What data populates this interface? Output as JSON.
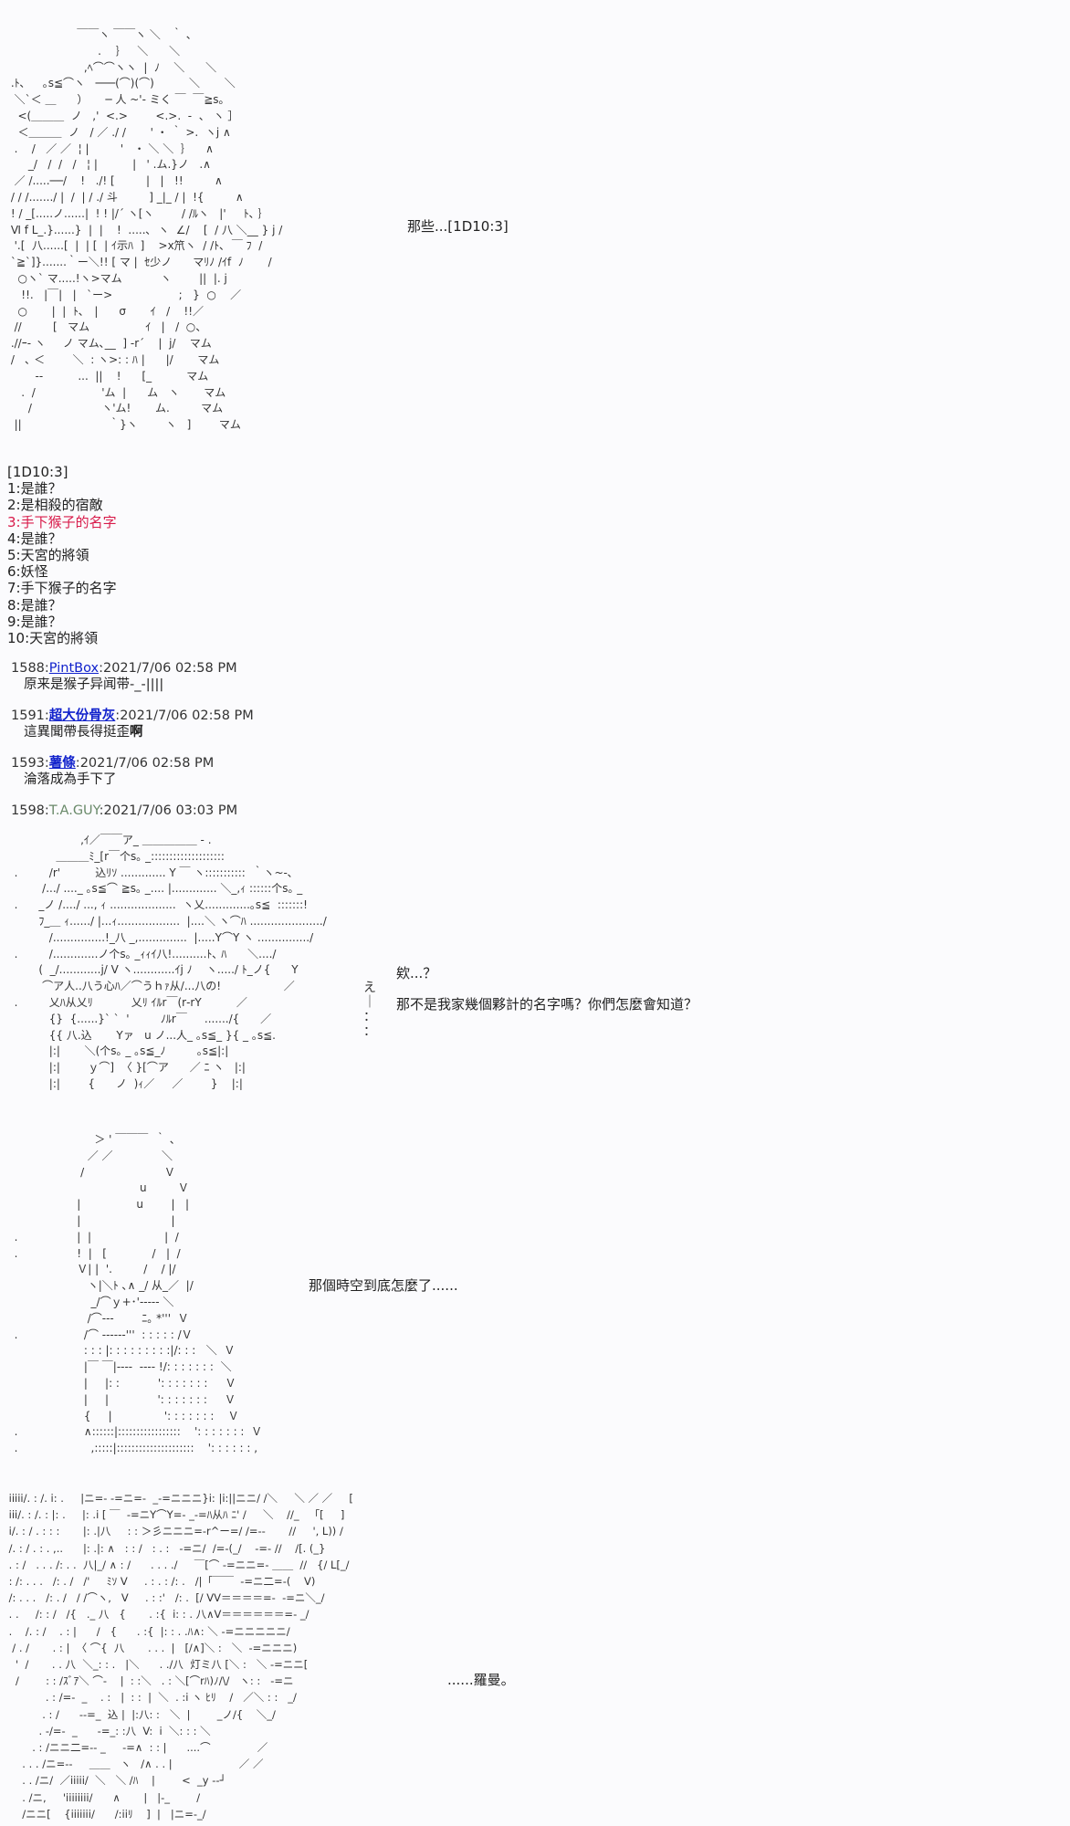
{
  "scene1": {
    "caption": "那些...[1D10:3]"
  },
  "dice": {
    "header": "[1D10:3]",
    "items": [
      {
        "n": "1",
        "text": "是誰？"
      },
      {
        "n": "2",
        "text": "是相殺的宿敵"
      },
      {
        "n": "3",
        "text": "手下猴子的名字"
      },
      {
        "n": "4",
        "text": "是誰？"
      },
      {
        "n": "5",
        "text": "天宮的將領"
      },
      {
        "n": "6",
        "text": "妖怪"
      },
      {
        "n": "7",
        "text": "手下猴子的名字"
      },
      {
        "n": "8",
        "text": "是誰？"
      },
      {
        "n": "9",
        "text": "是誰？"
      },
      {
        "n": "10",
        "text": "天宮的將領"
      }
    ],
    "result_index": 3,
    "highlight_color": "#d81b4a"
  },
  "posts": [
    {
      "num": "1588",
      "author": "PintBox",
      "time": "2021/7/06 02:58 PM",
      "body": "原来是猴子异闻带-_-||||"
    },
    {
      "num": "1591",
      "author": "超大份骨灰",
      "time": "2021/7/06 02:58 PM",
      "body": "這異聞帶長得挺歪",
      "body_emph": "啊"
    },
    {
      "num": "1593",
      "author": "薯條",
      "time": "2021/7/06 02:58 PM",
      "body": "淪落成為手下了"
    },
    {
      "num": "1598",
      "author": "T.A.GUY",
      "time": "2021/7/06 03:03 PM"
    }
  ],
  "scene2": {
    "line1": "欸...？",
    "line2": "那不是我家幾個夥計的名字嗎？你們怎麼會知道？",
    "side_text": "え\n｜\n：\n："
  },
  "scene3": {
    "caption": "那個時空到底怎麼了......"
  },
  "scene4": {
    "caption": "......羅曼。"
  },
  "colors": {
    "link": "#1122cc",
    "author_plain": "#6a8a6a",
    "background": "#fbfbfd"
  }
}
